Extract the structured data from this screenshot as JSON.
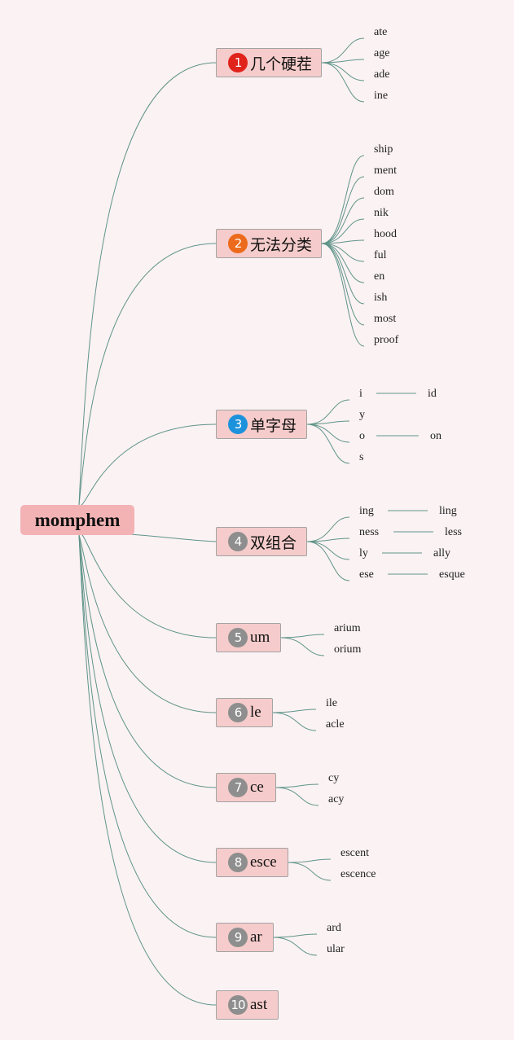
{
  "root": {
    "label": "momphem"
  },
  "branches": [
    {
      "number": "1",
      "label": "几个硬茬",
      "badge_color": "#e0231b",
      "children": [
        {
          "label": "ate"
        },
        {
          "label": "age"
        },
        {
          "label": "ade"
        },
        {
          "label": "ine"
        }
      ]
    },
    {
      "number": "2",
      "label": "无法分类",
      "badge_color": "#ec6a1c",
      "children": [
        {
          "label": "ship"
        },
        {
          "label": "ment"
        },
        {
          "label": "dom"
        },
        {
          "label": "nik"
        },
        {
          "label": "hood"
        },
        {
          "label": "ful"
        },
        {
          "label": "en"
        },
        {
          "label": "ish"
        },
        {
          "label": "most"
        },
        {
          "label": "proof"
        }
      ]
    },
    {
      "number": "3",
      "label": "单字母",
      "badge_color": "#1d92dc",
      "children": [
        {
          "label": "i",
          "sub": "id"
        },
        {
          "label": "y"
        },
        {
          "label": "o",
          "sub": "on"
        },
        {
          "label": "s"
        }
      ]
    },
    {
      "number": "4",
      "label": "双组合",
      "badge_color": "#8e8e8e",
      "children": [
        {
          "label": "ing",
          "sub": "ling"
        },
        {
          "label": "ness",
          "sub": "less"
        },
        {
          "label": "ly",
          "sub": "ally"
        },
        {
          "label": "ese",
          "sub": "esque"
        }
      ]
    },
    {
      "number": "5",
      "label": "um",
      "badge_color": "#8e8e8e",
      "children": [
        {
          "label": "arium"
        },
        {
          "label": "orium"
        }
      ]
    },
    {
      "number": "6",
      "label": "le",
      "badge_color": "#8e8e8e",
      "children": [
        {
          "label": "ile"
        },
        {
          "label": "acle"
        }
      ]
    },
    {
      "number": "7",
      "label": "ce",
      "badge_color": "#8e8e8e",
      "children": [
        {
          "label": "cy"
        },
        {
          "label": "acy"
        }
      ]
    },
    {
      "number": "8",
      "label": "esce",
      "badge_color": "#8e8e8e",
      "children": [
        {
          "label": "escent"
        },
        {
          "label": "escence"
        }
      ]
    },
    {
      "number": "9",
      "label": "ar",
      "badge_color": "#8e8e8e",
      "children": [
        {
          "label": "ard"
        },
        {
          "label": "ular"
        }
      ]
    },
    {
      "number": "10",
      "label": "ast",
      "badge_color": "#8e8e8e",
      "children": []
    }
  ],
  "colors": {
    "link": "#5f9488",
    "root_fill": "#f3b3b4",
    "branch_fill": "#f5cccb"
  }
}
